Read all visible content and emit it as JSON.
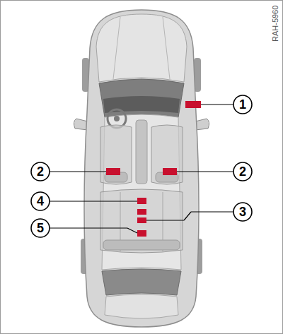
{
  "diagram": {
    "labels": [
      "RAH-5960",
      "1",
      "2",
      "2",
      "4",
      "3",
      "5"
    ]
  }
}
